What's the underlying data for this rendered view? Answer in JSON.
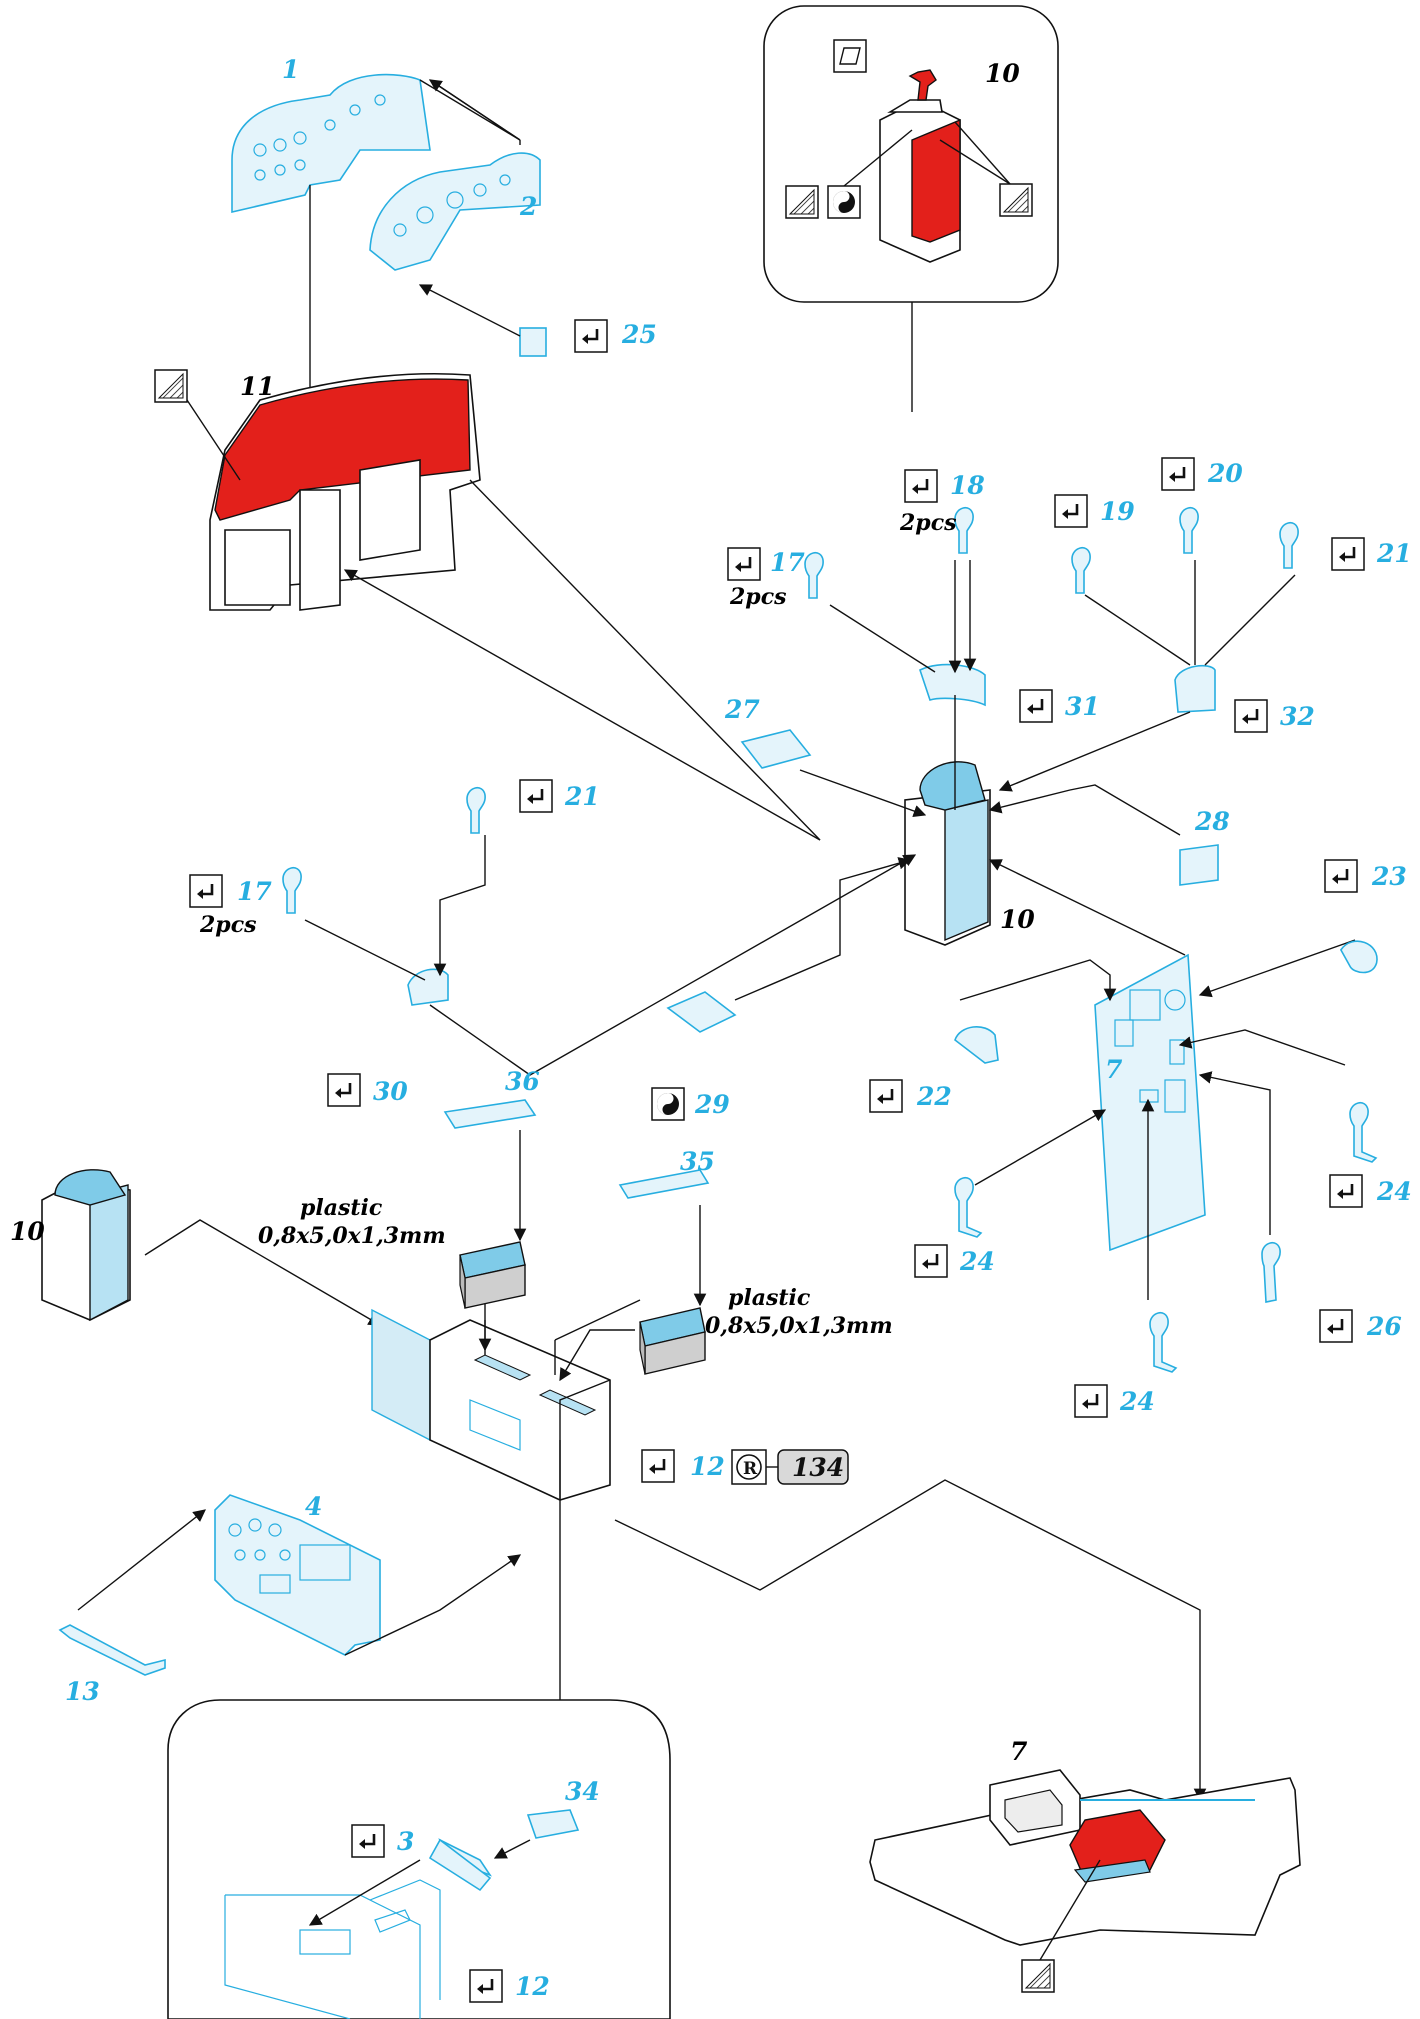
{
  "colors": {
    "photo_etch": "#27aee0",
    "paint_red": "#e3201b",
    "outline": "#111111",
    "ref_badge": "#d9d9d9"
  },
  "icons": {
    "fold": "bend-arrow-icon",
    "paint_hatch": "hatch-paint-icon",
    "paint_half": "half-tone-circle-icon",
    "clear": "parallelogram-icon",
    "resin_ref": "registered-r-icon"
  },
  "labels": {
    "p1": "1",
    "p2": "2",
    "p3": "3",
    "p4": "4",
    "p7a": "7",
    "p7b": "7",
    "p10a": "10",
    "p10b": "10",
    "p10c": "10",
    "p11": "11",
    "p12a": "12",
    "p12b": "12",
    "p13": "13",
    "p17a": "17",
    "p17b": "17",
    "p18": "18",
    "p19": "19",
    "p20": "20",
    "p21a": "21",
    "p21b": "21",
    "p22": "22",
    "p23": "23",
    "p24a": "24",
    "p24b": "24",
    "p24c": "24",
    "p25": "25",
    "p26": "26",
    "p27": "27",
    "p28": "28",
    "p29": "29",
    "p30": "30",
    "p31": "31",
    "p32": "32",
    "p34": "34",
    "p35": "35",
    "p36": "36",
    "ref134": "134"
  },
  "notes": {
    "pcs18": "2pcs",
    "pcs17a": "2pcs",
    "pcs17b": "2pcs",
    "plastic_left_1": "plastic",
    "plastic_left_2": "0,8x5,0x1,3mm",
    "plastic_right_1": "plastic",
    "plastic_right_2": "0,8x5,0x1,3mm"
  }
}
